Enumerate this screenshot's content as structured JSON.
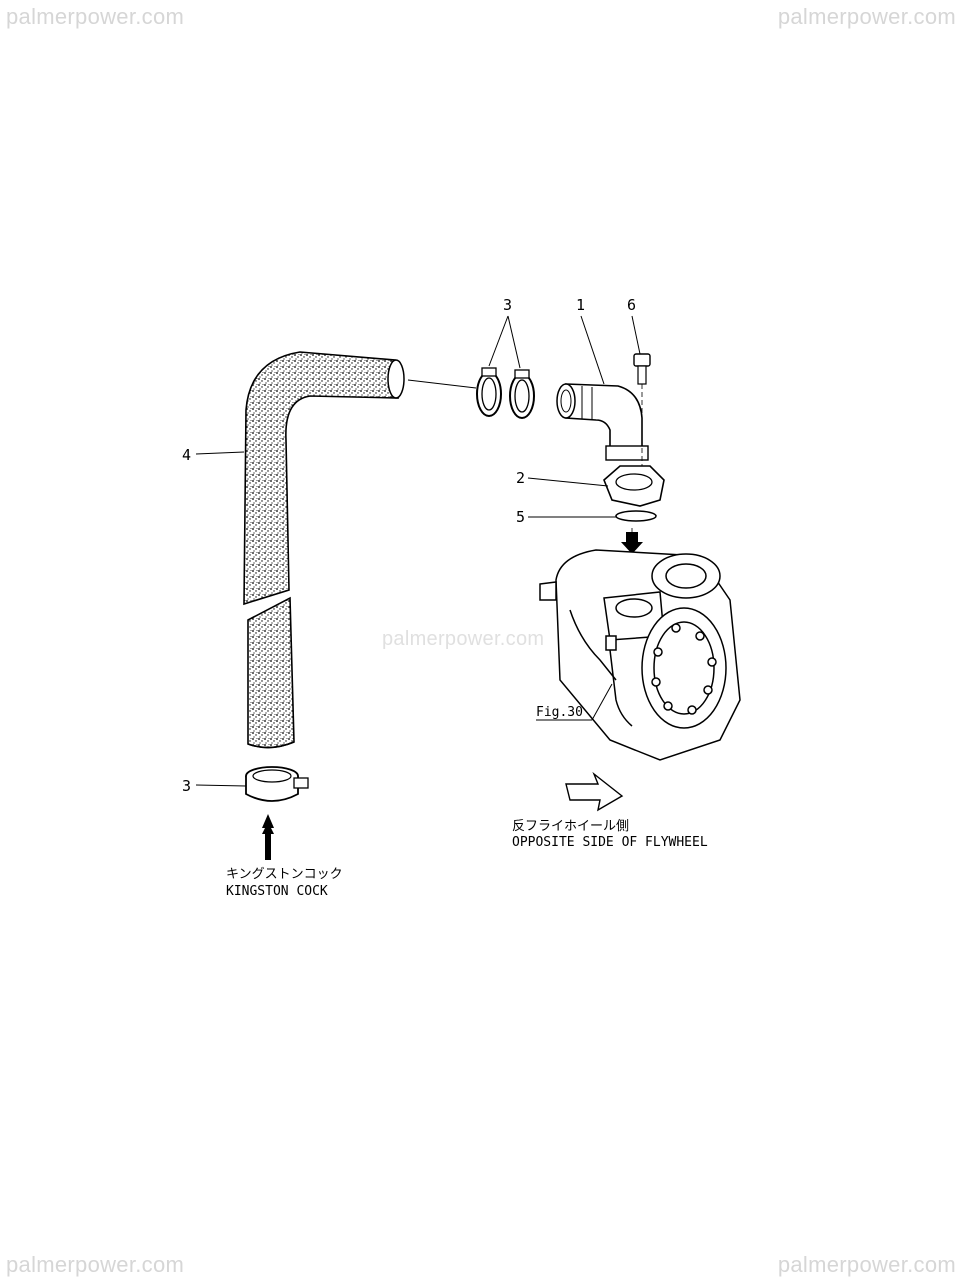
{
  "watermark": {
    "top_left": "palmerpower.com",
    "top_right": "palmerpower.com",
    "center": "palmerpower.com",
    "bottom_left": "palmerpower.com",
    "bottom_right": "palmerpower.com"
  },
  "callouts": {
    "part1": "1",
    "part2": "2",
    "part3_top": "3",
    "part3_bottom": "3",
    "part4": "4",
    "part5": "5",
    "part6": "6"
  },
  "fig_ref": "Fig.30",
  "kingston": {
    "jp": "キングストンコック",
    "en": "KINGSTON COCK"
  },
  "opposite": {
    "jp": "反フライホイール側",
    "en": "OPPOSITE SIDE OF FLYWHEEL"
  }
}
